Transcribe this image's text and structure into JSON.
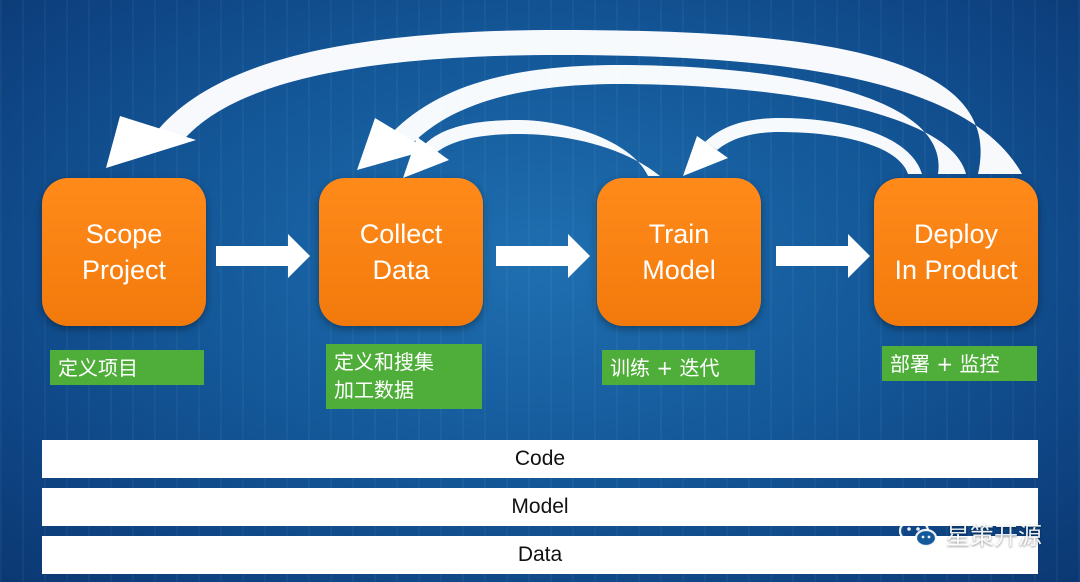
{
  "stages": [
    {
      "lines": [
        "Scope",
        "Project"
      ],
      "note": [
        "定义项目"
      ]
    },
    {
      "lines": [
        "Collect",
        "Data"
      ],
      "note": [
        "定义和搜集",
        "加工数据"
      ]
    },
    {
      "lines": [
        "Train",
        "Model"
      ],
      "note": [
        "训练 + 迭代"
      ]
    },
    {
      "lines": [
        "Deploy",
        "In Product"
      ],
      "note": [
        "部署 + 监控"
      ]
    }
  ],
  "layers": [
    "Code",
    "Model",
    "Data"
  ],
  "watermark": {
    "text": "星策开源",
    "icon": "wechat-icon"
  },
  "colors": {
    "box": "#f7820f",
    "note": "#4fae3a",
    "arrow": "#ffffff",
    "background": "#14599a"
  },
  "flow": {
    "forward": [
      [
        "scope-project",
        "collect-data"
      ],
      [
        "collect-data",
        "train-model"
      ],
      [
        "train-model",
        "deploy-in-product"
      ]
    ],
    "feedback": [
      [
        "train-model",
        "collect-data"
      ],
      [
        "deploy-in-product",
        "train-model"
      ],
      [
        "deploy-in-product",
        "collect-data"
      ],
      [
        "deploy-in-product",
        "scope-project"
      ]
    ]
  }
}
